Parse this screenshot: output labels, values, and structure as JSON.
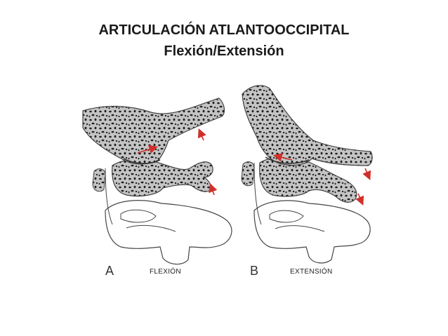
{
  "title": {
    "line1": "ARTICULACIÓN ATLANTOOCCIPITAL",
    "line2": "Flexión/Extensión"
  },
  "panels": [
    {
      "letter": "A",
      "label": "FLEXIÓN"
    },
    {
      "letter": "B",
      "label": "EXTENSIÓN"
    }
  ],
  "colors": {
    "bone_fill": "#c8c8c8",
    "bone_stroke": "#555555",
    "spot": "#222222",
    "arrow": "#d0302a"
  }
}
